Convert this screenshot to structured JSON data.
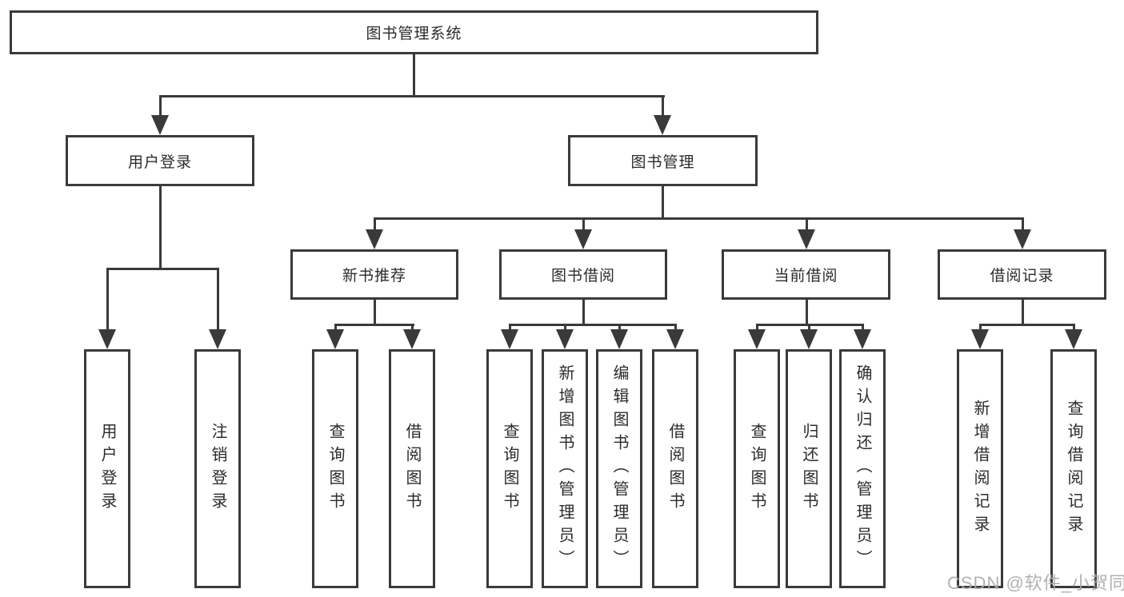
{
  "diagram": {
    "root": {
      "label": "图书管理系统"
    },
    "branches": [
      {
        "label": "用户登录",
        "children": [
          {
            "label": "用户登录"
          },
          {
            "label": "注销登录"
          }
        ]
      },
      {
        "label": "图书管理",
        "children": [
          {
            "label": "新书推荐",
            "children": [
              {
                "label": "查询图书"
              },
              {
                "label": "借阅图书"
              }
            ]
          },
          {
            "label": "图书借阅",
            "children": [
              {
                "label": "查询图书"
              },
              {
                "label": "新增图书（管理员）"
              },
              {
                "label": "编辑图书（管理员）"
              },
              {
                "label": "借阅图书"
              }
            ]
          },
          {
            "label": "当前借阅",
            "children": [
              {
                "label": "查询图书"
              },
              {
                "label": "归还图书"
              },
              {
                "label": "确认归还（管理员）"
              }
            ]
          },
          {
            "label": "借阅记录",
            "children": [
              {
                "label": "新增借阅记录"
              },
              {
                "label": "查询借阅记录"
              }
            ]
          }
        ]
      }
    ]
  },
  "watermark": {
    "text": "CSDN @软件_小贺同学"
  },
  "colors": {
    "line": "#3a3a3a",
    "text": "#2b2b2b",
    "watermark": "#ababab",
    "background": "#ffffff"
  }
}
